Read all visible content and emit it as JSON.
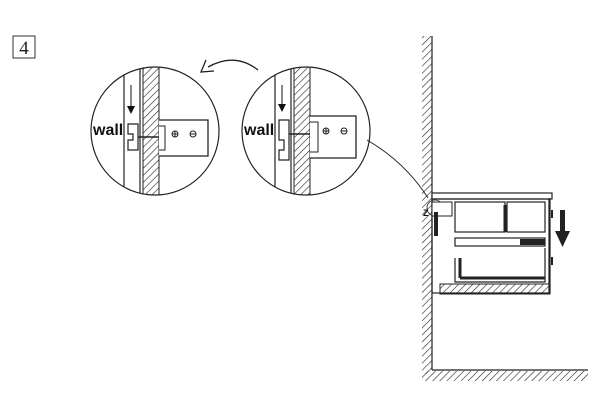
{
  "diagram": {
    "step_number": "4",
    "detail_left": {
      "label": "wall"
    },
    "detail_right": {
      "label": "wall"
    },
    "icons": {
      "rotate_arrow": "curved-arrow-left-icon",
      "down_arrow": "arrow-down-icon",
      "screw": "screw-icon"
    },
    "colors": {
      "line": "#1a1a1a",
      "background": "#ffffff"
    }
  }
}
